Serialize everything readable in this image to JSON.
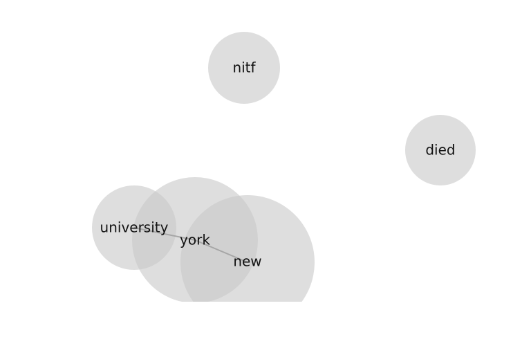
{
  "graph": {
    "nodes": [
      {
        "id": "nitf",
        "label": "nitf"
      },
      {
        "id": "died",
        "label": "died"
      },
      {
        "id": "university",
        "label": "university"
      },
      {
        "id": "york",
        "label": "york"
      },
      {
        "id": "new",
        "label": "new"
      }
    ],
    "edges": [
      {
        "source": "university",
        "target": "york"
      },
      {
        "source": "york",
        "target": "new"
      }
    ],
    "colors": {
      "node_fill": "#c8c8c8",
      "edge": "#a6a6a6",
      "label": "#111111",
      "background": "#ffffff"
    }
  }
}
